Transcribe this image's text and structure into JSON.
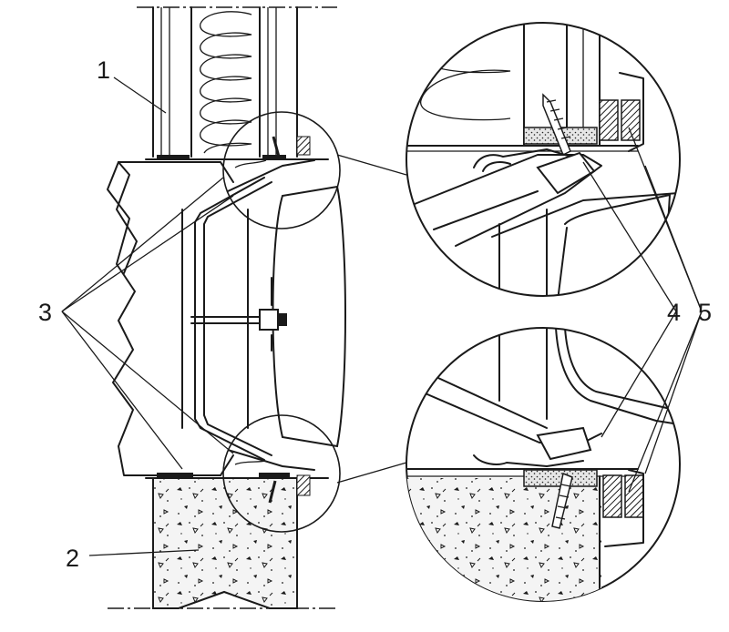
{
  "callouts": {
    "wall": "1",
    "foundation": "2",
    "fixing": "3",
    "screw": "4",
    "seal": "5"
  }
}
